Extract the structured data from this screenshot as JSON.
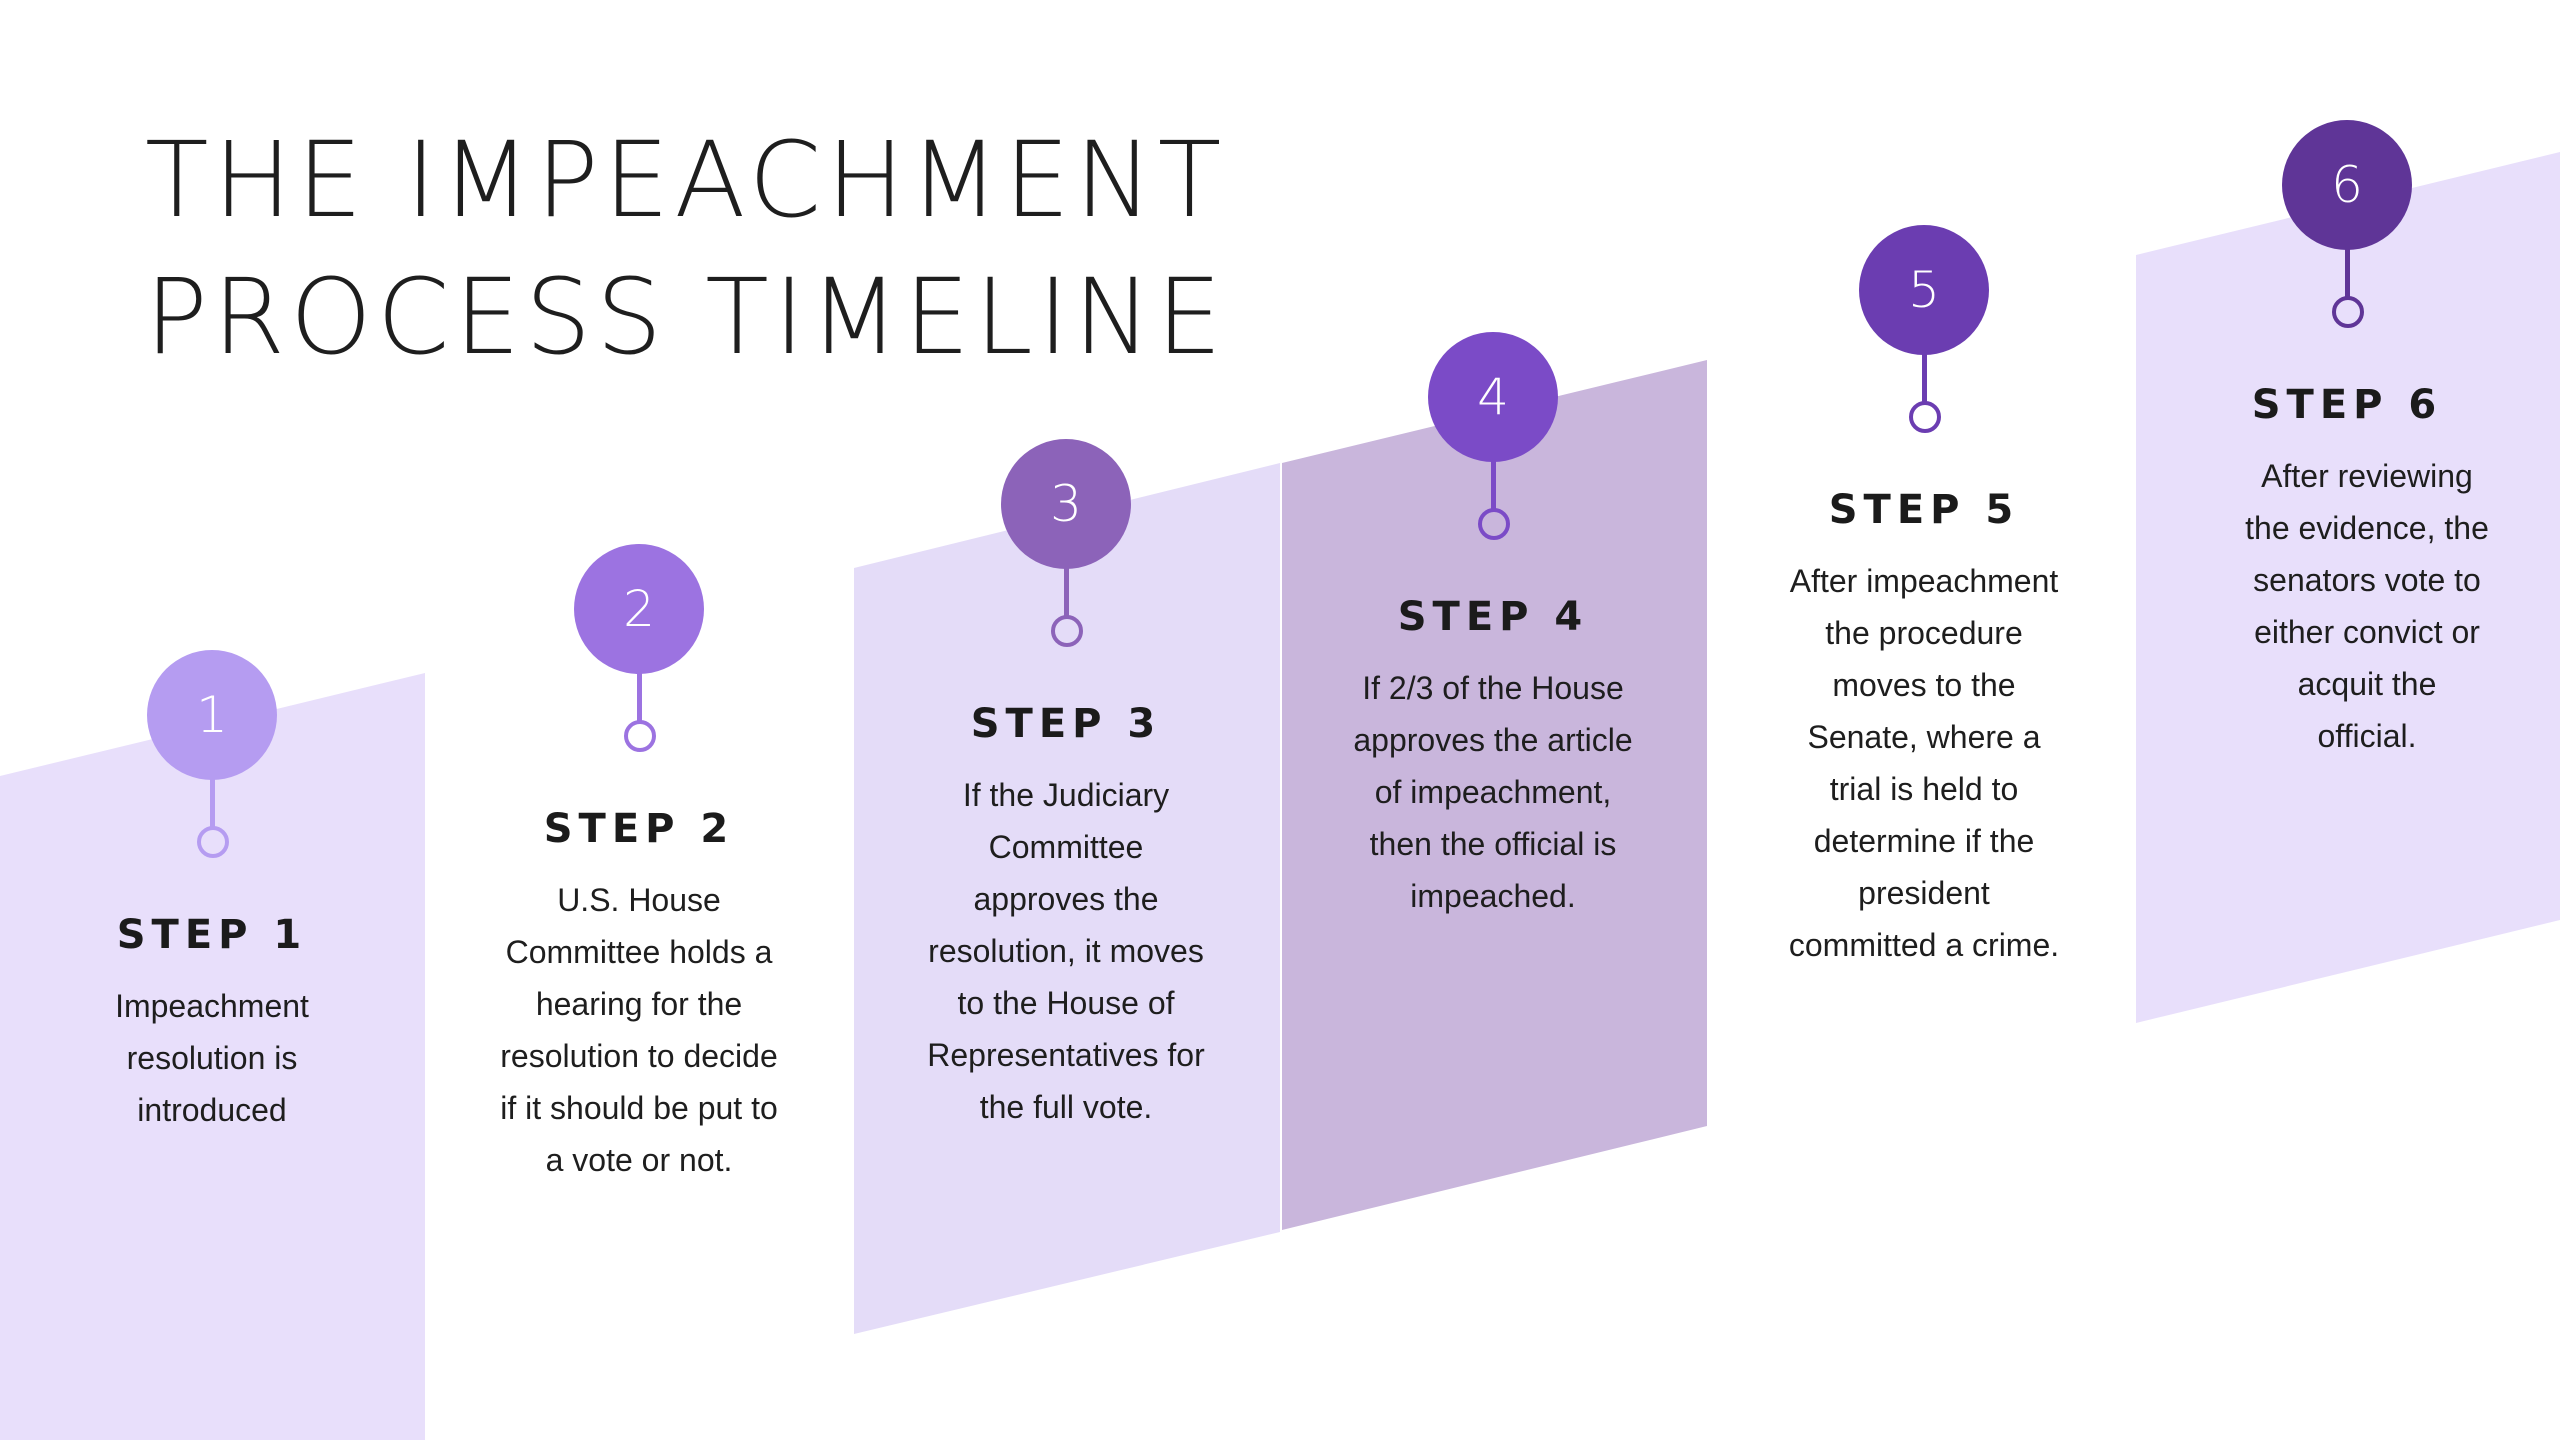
{
  "title": {
    "line1": "THE IMPEACHMENT",
    "line2": "PROCESS TIMELINE"
  },
  "colors": {
    "band_light": "#e8dffb",
    "band_medium": "#e4dcf8",
    "band_dark": "#c9b6dc",
    "text": "#1e1e1e"
  },
  "steps": [
    {
      "number": "1",
      "title": "STEP 1",
      "lines": [
        "Impeachment",
        "resolution is",
        "introduced"
      ],
      "color": "#b59cf1"
    },
    {
      "number": "2",
      "title": "STEP 2",
      "lines": [
        "U.S. House",
        "Committee holds a",
        "hearing for the",
        "resolution to decide",
        "if it should be put to",
        "a vote or not."
      ],
      "color": "#9c73e1"
    },
    {
      "number": "3",
      "title": "STEP 3",
      "lines": [
        "If the Judiciary",
        "Committee",
        "approves the",
        "resolution, it moves",
        "to the House of",
        "Representatives for",
        "the full vote."
      ],
      "color": "#8c63b9"
    },
    {
      "number": "4",
      "title": "STEP 4",
      "lines": [
        "If 2/3 of the House",
        "approves the article",
        "of impeachment,",
        "then the official is",
        "impeached."
      ],
      "color": "#7b4bc7"
    },
    {
      "number": "5",
      "title": "STEP 5",
      "lines": [
        "After impeachment",
        "the procedure",
        "moves to the",
        "Senate, where a",
        "trial is held to",
        "determine if the",
        "president",
        "committed a crime."
      ],
      "color": "#6b3db1"
    },
    {
      "number": "6",
      "title": "STEP 6",
      "lines": [
        "After reviewing",
        "the evidence, the",
        "senators vote to",
        "either convict or",
        "acquit the",
        "official."
      ],
      "color": "#5f3597"
    }
  ]
}
